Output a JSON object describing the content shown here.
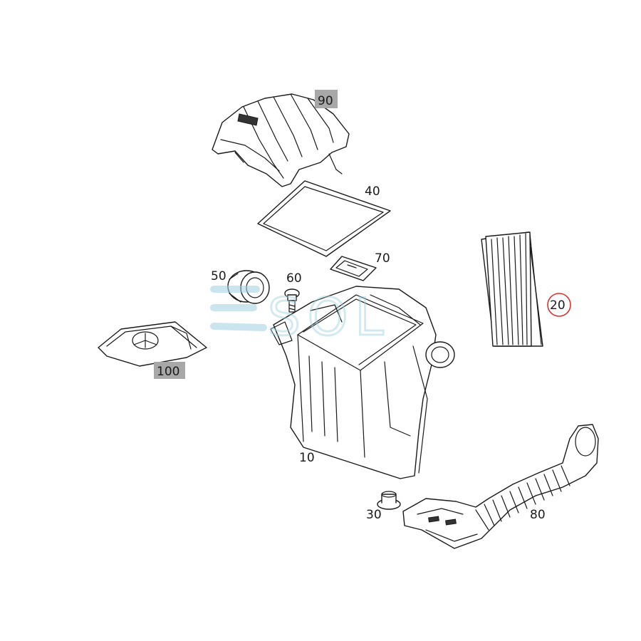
{
  "labels": {
    "p90": "90",
    "p40": "40",
    "p70": "70",
    "p50": "50",
    "p60": "60",
    "p20": "20",
    "p100": "100",
    "p10": "10",
    "p30": "30",
    "p80": "80"
  },
  "watermark": {
    "text": "SOL"
  },
  "colors": {
    "line": "#1a1a1a",
    "tag_bg": "#a8a8a8",
    "highlight_ring": "#e03030",
    "watermark": "#9fd0e0"
  }
}
